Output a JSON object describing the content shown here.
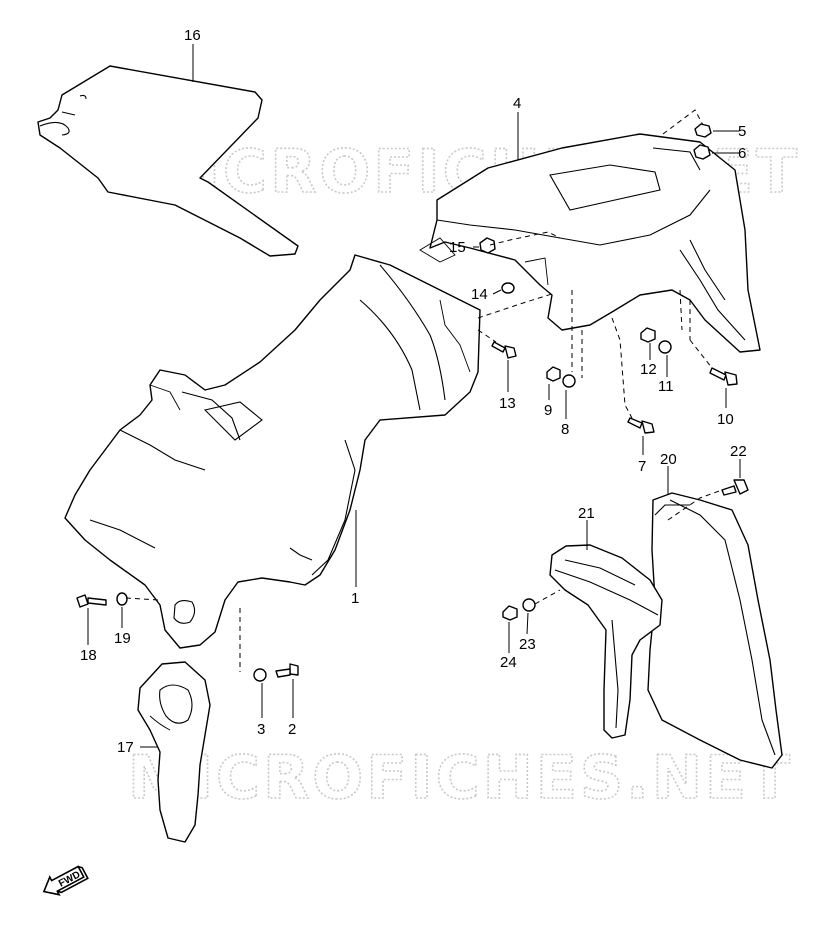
{
  "watermark": {
    "top_text": "MICROFICHES.NET",
    "bottom_text": "MICROFICHES.NET"
  },
  "direction_badge": {
    "label": "FWD",
    "icon": "forward-arrow-icon"
  },
  "callouts": {
    "n1": "1",
    "n2": "2",
    "n3": "3",
    "n4": "4",
    "n5": "5",
    "n6": "6",
    "n7": "7",
    "n8": "8",
    "n9": "9",
    "n10": "10",
    "n11": "11",
    "n12": "12",
    "n13": "13",
    "n14": "14",
    "n15": "15",
    "n16": "16",
    "n17": "17",
    "n18": "18",
    "n19": "19",
    "n20": "20",
    "n21": "21",
    "n22": "22",
    "n23": "23",
    "n24": "24"
  }
}
